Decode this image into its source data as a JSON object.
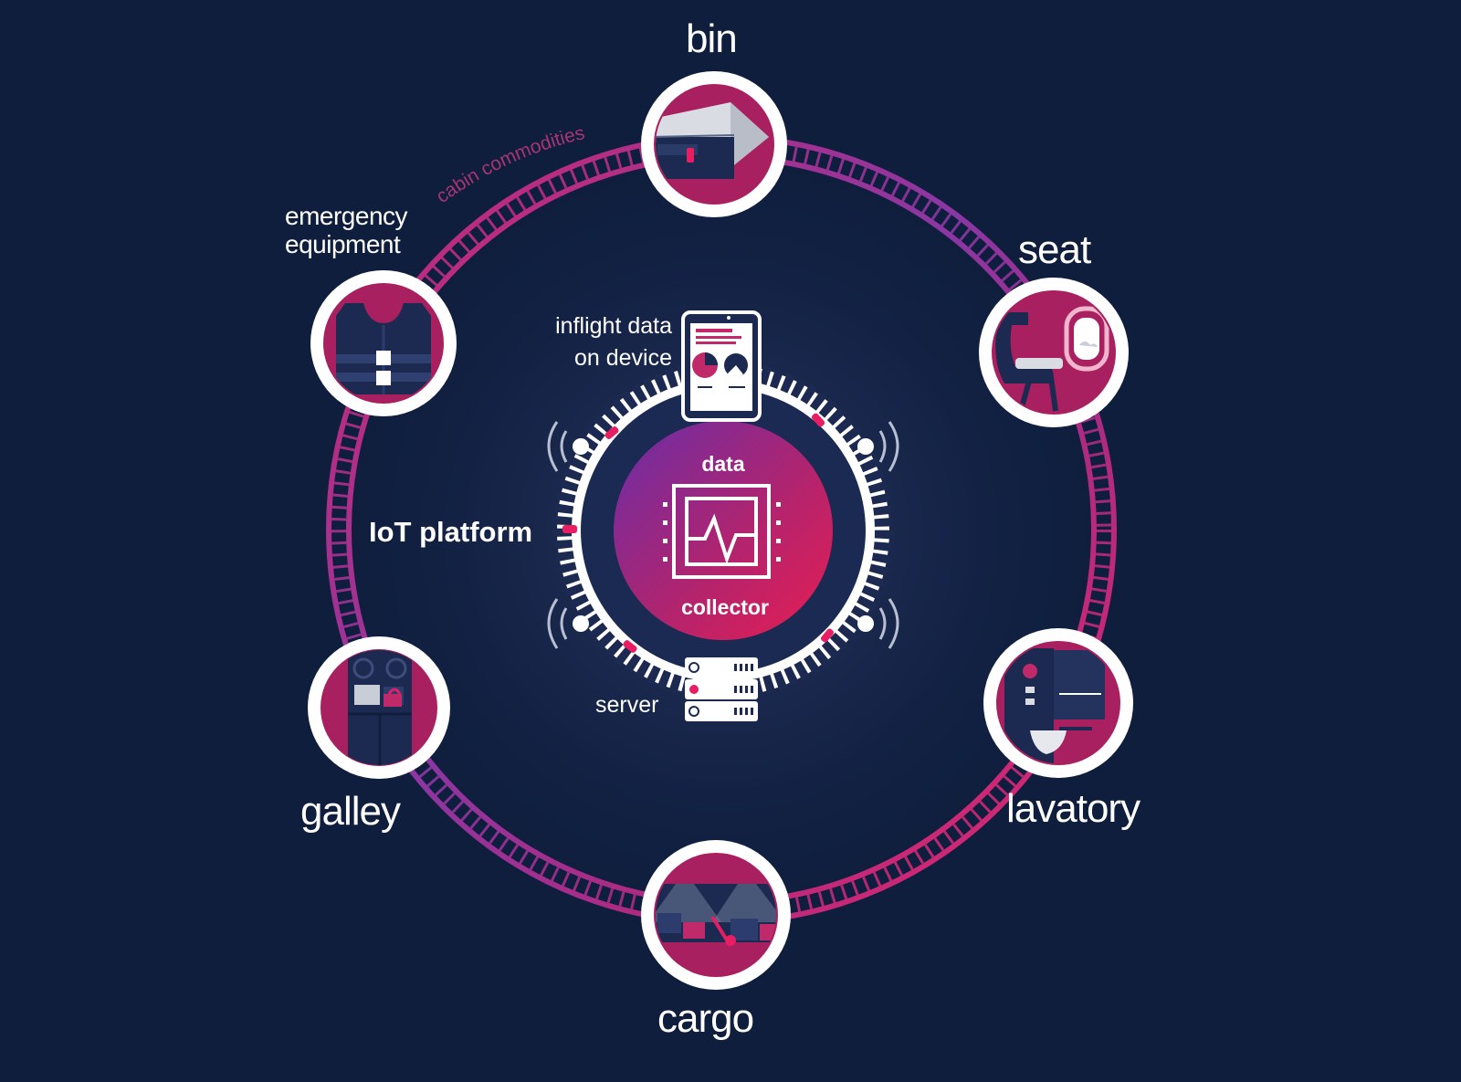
{
  "ring_label": "cabin commodities",
  "nodes": {
    "bin": {
      "label": "bin",
      "icon": "overhead-bin-icon"
    },
    "seat": {
      "label": "seat",
      "icon": "seat-icon"
    },
    "lavatory": {
      "label": "lavatory",
      "icon": "lavatory-icon"
    },
    "cargo": {
      "label": "cargo",
      "icon": "cargo-icon"
    },
    "galley": {
      "label": "galley",
      "icon": "galley-icon"
    },
    "emergency": {
      "label": "emergency\nequipment",
      "icon": "life-vest-icon"
    }
  },
  "center": {
    "platform_label": "IoT platform",
    "device_label": "inflight data\non device",
    "server_label": "server",
    "core_top": "data",
    "core_bottom": "collector"
  },
  "colors": {
    "background": "#0f1e3d",
    "accent_magenta": "#b01f5e",
    "accent_pink": "#e81d62",
    "accent_purple": "#6a3aa8",
    "icon_navy": "#1c2a52"
  }
}
